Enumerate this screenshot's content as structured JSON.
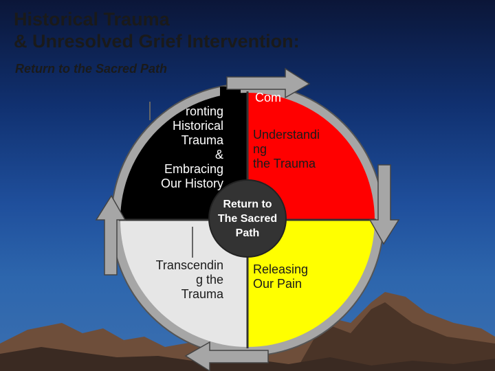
{
  "slide": {
    "title_line1": "Historical Trauma",
    "title_line2": "& Unresolved Grief Intervention:",
    "subtitle": "Return to the Sacred Path"
  },
  "wheel": {
    "top_left": "ronting\nHistorical\nTrauma\n&\nEmbracing\nOur   History",
    "top_right_partial": "Com",
    "top_right": "Understandi\nng\nthe Trauma",
    "bottom_left": "Transcendin\ng the\nTrauma",
    "bottom_right": "Releasing\nOur Pain",
    "center": "Return to\nThe Sacred\nPath"
  },
  "colors": {
    "top_left": "#000000",
    "top_right": "#ff0000",
    "bottom_left": "#e6e6e6",
    "bottom_right": "#ffff00",
    "ring": "#a6a6a6",
    "center": "#333333"
  }
}
